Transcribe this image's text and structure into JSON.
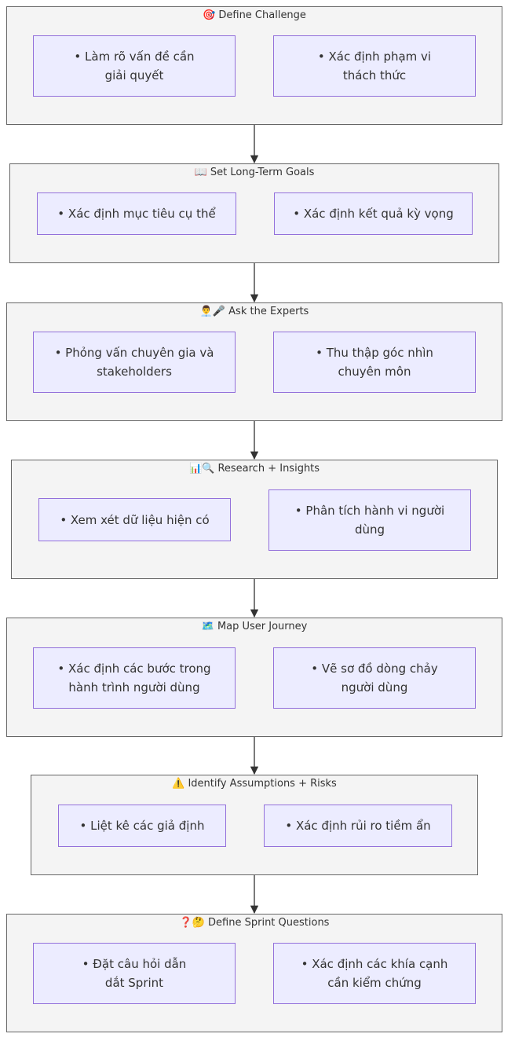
{
  "stages": [
    {
      "title": "🎯 Define Challenge",
      "items": [
        "• Làm rõ vấn đề cần giải quyết",
        "• Xác định phạm vi thách thức"
      ]
    },
    {
      "title": "📖 Set Long-Term Goals",
      "items": [
        "• Xác định mục tiêu cụ thể",
        "• Xác định kết quả kỳ vọng"
      ]
    },
    {
      "title": "👨‍💼🎤 Ask the Experts",
      "items": [
        "• Phỏng vấn chuyên gia và stakeholders",
        "• Thu thập góc nhìn chuyên môn"
      ]
    },
    {
      "title": "📊🔍 Research + Insights",
      "items": [
        "• Xem xét dữ liệu hiện có",
        "• Phân tích hành vi người dùng"
      ]
    },
    {
      "title": "🗺️ Map User Journey",
      "items": [
        "• Xác định các bước trong hành trình người dùng",
        "• Vẽ sơ đồ dòng chảy người dùng"
      ]
    },
    {
      "title": "⚠️ Identify Assumptions + Risks",
      "items": [
        "• Liệt kê các giả định",
        "• Xác định rủi ro tiềm ẩn"
      ]
    },
    {
      "title": "❓🤔 Define Sprint Questions",
      "items": [
        "• Đặt câu hỏi dẫn dắt Sprint",
        "• Xác định các khía cạnh cần kiểm chứng"
      ]
    }
  ],
  "colors": {
    "group_fill": "#f4f4f4",
    "group_border": "#666666",
    "node_fill": "#ececff",
    "node_border": "#9370db",
    "edge": "#333333",
    "text": "#333333"
  }
}
